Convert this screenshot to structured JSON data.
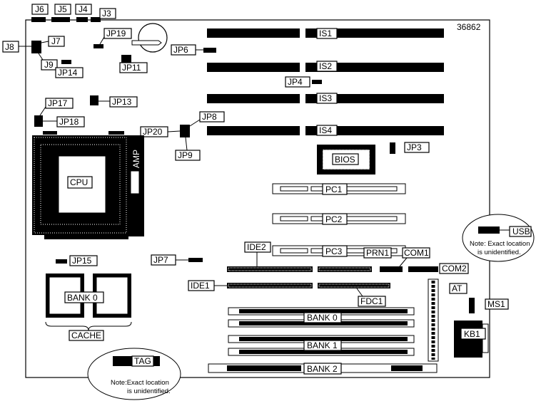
{
  "board_id": "36862",
  "labels": {
    "j6": "J6",
    "j5": "J5",
    "j4": "J4",
    "j3": "J3",
    "j8": "J8",
    "j7": "J7",
    "j9": "J9",
    "jp19": "JP19",
    "jp14": "JP14",
    "jp11": "JP11",
    "jp6": "JP6",
    "jp13": "JP13",
    "jp17": "JP17",
    "jp18": "JP18",
    "jp20": "JP20",
    "jp8": "JP8",
    "jp9": "JP9",
    "jp4": "JP4",
    "jp3": "JP3",
    "jp15": "JP15",
    "jp7": "JP7",
    "is1": "IS1",
    "is2": "IS2",
    "is3": "IS3",
    "is4": "IS4",
    "bios": "BIOS",
    "cpu": "CPU",
    "amp": "AMP",
    "pc1": "PC1",
    "pc2": "PC2",
    "pc3": "PC3",
    "ide2": "IDE2",
    "ide1": "IDE1",
    "prn1": "PRN1",
    "com1": "COM1",
    "com2": "COM2",
    "fdc1": "FDC1",
    "at": "AT",
    "ms1": "MS1",
    "kb1": "KB1",
    "usb": "USB",
    "tag": "TAG",
    "cache_bank": "BANK 0",
    "cache": "CACHE",
    "bank0": "BANK 0",
    "bank1": "BANK 1",
    "bank2": "BANK 2"
  },
  "notes": {
    "usb_line1": "Note: Exact location",
    "usb_line2": "is unidentified.",
    "tag_line1": "Note:Exact location",
    "tag_line2": "is unidentified."
  }
}
